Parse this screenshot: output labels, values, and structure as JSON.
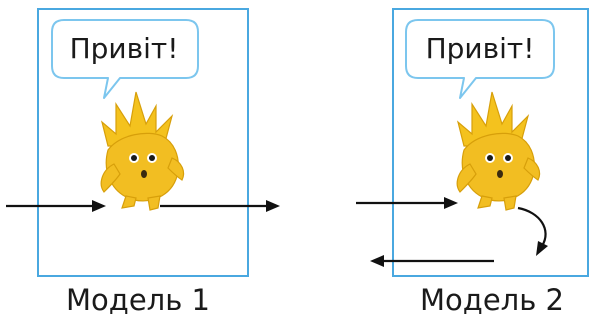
{
  "models": [
    {
      "bubble_text": "Привіт!",
      "caption": "Модель 1"
    },
    {
      "bubble_text": "Привіт!",
      "caption": "Модель 2"
    }
  ],
  "colors": {
    "frame": "#4aa8e0",
    "bubble_border": "#7cc6ee",
    "character": "#f2be22",
    "arrow": "#111111"
  },
  "icons": [
    "spiky-yellow-character",
    "right-arrow",
    "curved-arrow",
    "left-arrow"
  ]
}
